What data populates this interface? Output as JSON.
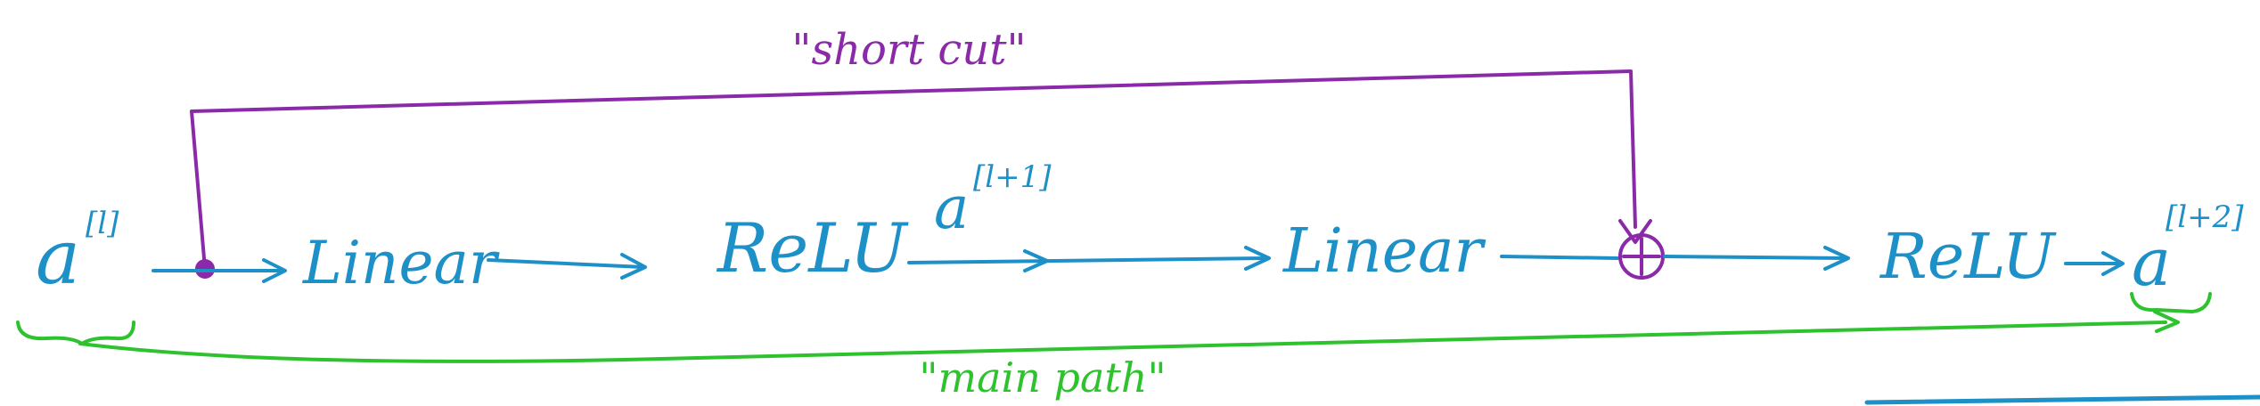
{
  "colors": {
    "main": "#1e90c8",
    "shortcut": "#8a2aa8",
    "main_path": "#2ec22e"
  },
  "diagram": {
    "input": {
      "symbol": "a",
      "superscript": "[l]"
    },
    "linear_1": "Linear",
    "relu_1": "ReLU",
    "middle": {
      "symbol": "a",
      "superscript": "[l+1]"
    },
    "linear_2": "Linear",
    "add_symbol": "⊕",
    "relu_2": "ReLU",
    "output": {
      "symbol": "a",
      "superscript": "[l+2]"
    },
    "shortcut_label": "\"short cut\"",
    "main_path_label": "\"main path\""
  }
}
